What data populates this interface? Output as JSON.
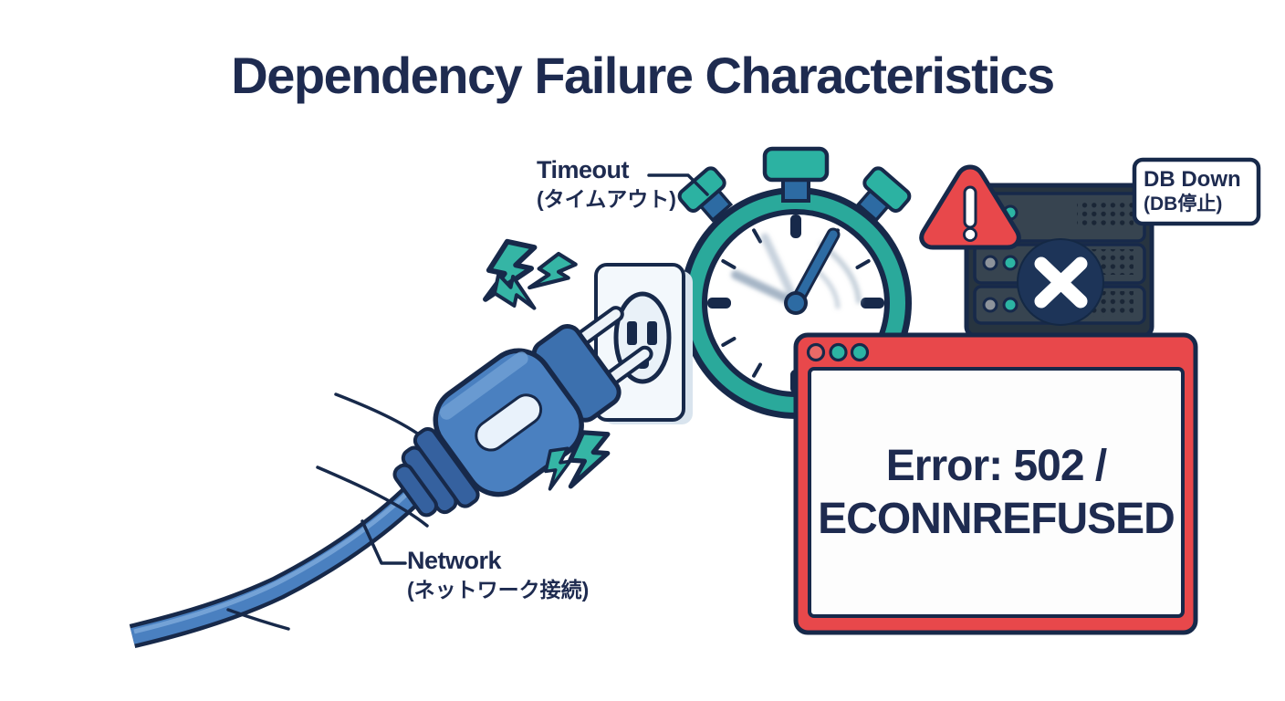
{
  "title": "Dependency Failure Characteristics",
  "labels": {
    "timeout": {
      "en": "Timeout",
      "ja": "(タイムアウト)"
    },
    "network": {
      "en": "Network",
      "ja": "(ネットワーク接続)"
    },
    "db_down": {
      "en": "DB Down",
      "ja": "(DB停止)"
    }
  },
  "error_window": {
    "line1": "Error: 502 /",
    "line2": "ECONNREFUSED"
  },
  "icons": {
    "stopwatch": "stopwatch-timeout-icon",
    "plug": "unplugged-power-plug-icon",
    "outlet": "power-outlet-icon",
    "lightning": "lightning-bolt-icon",
    "server": "database-server-rack-icon",
    "warning": "warning-triangle-icon",
    "x_mark": "x-circle-icon",
    "window": "browser-error-window-icon"
  },
  "colors": {
    "background": "#ffffff",
    "text_navy": "#1e2b50",
    "outline_navy": "#17294a",
    "teal": "#2cb2a2",
    "red": "#e8484b",
    "plug_blue": "#4a80c0",
    "steel_blue": "#2d6ba3",
    "server_slate": "#374450"
  }
}
